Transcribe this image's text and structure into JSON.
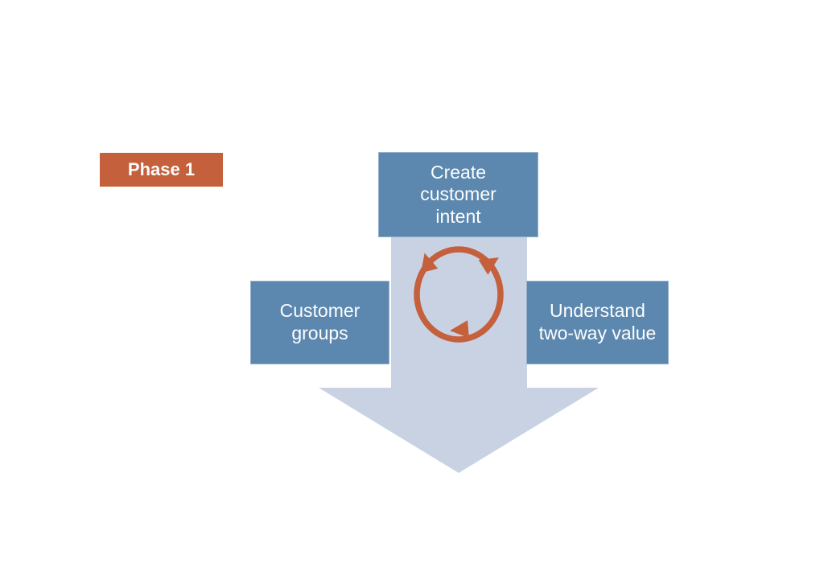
{
  "colors": {
    "background": "#ffffff",
    "node_blue": "#5C88AF",
    "accent_orange": "#C4603C",
    "arrow_light_blue": "#C9D2E3",
    "text_white": "#FDFDFD"
  },
  "diagram": {
    "phase_label": "Phase 1",
    "nodes": {
      "top": "Create\ncustomer\nintent",
      "left": "Customer\ngroups",
      "right": "Understand\ntwo-way value"
    },
    "icons": {
      "cycle": "clockwise-cycle-arrows",
      "flow": "large-down-arrow"
    }
  }
}
